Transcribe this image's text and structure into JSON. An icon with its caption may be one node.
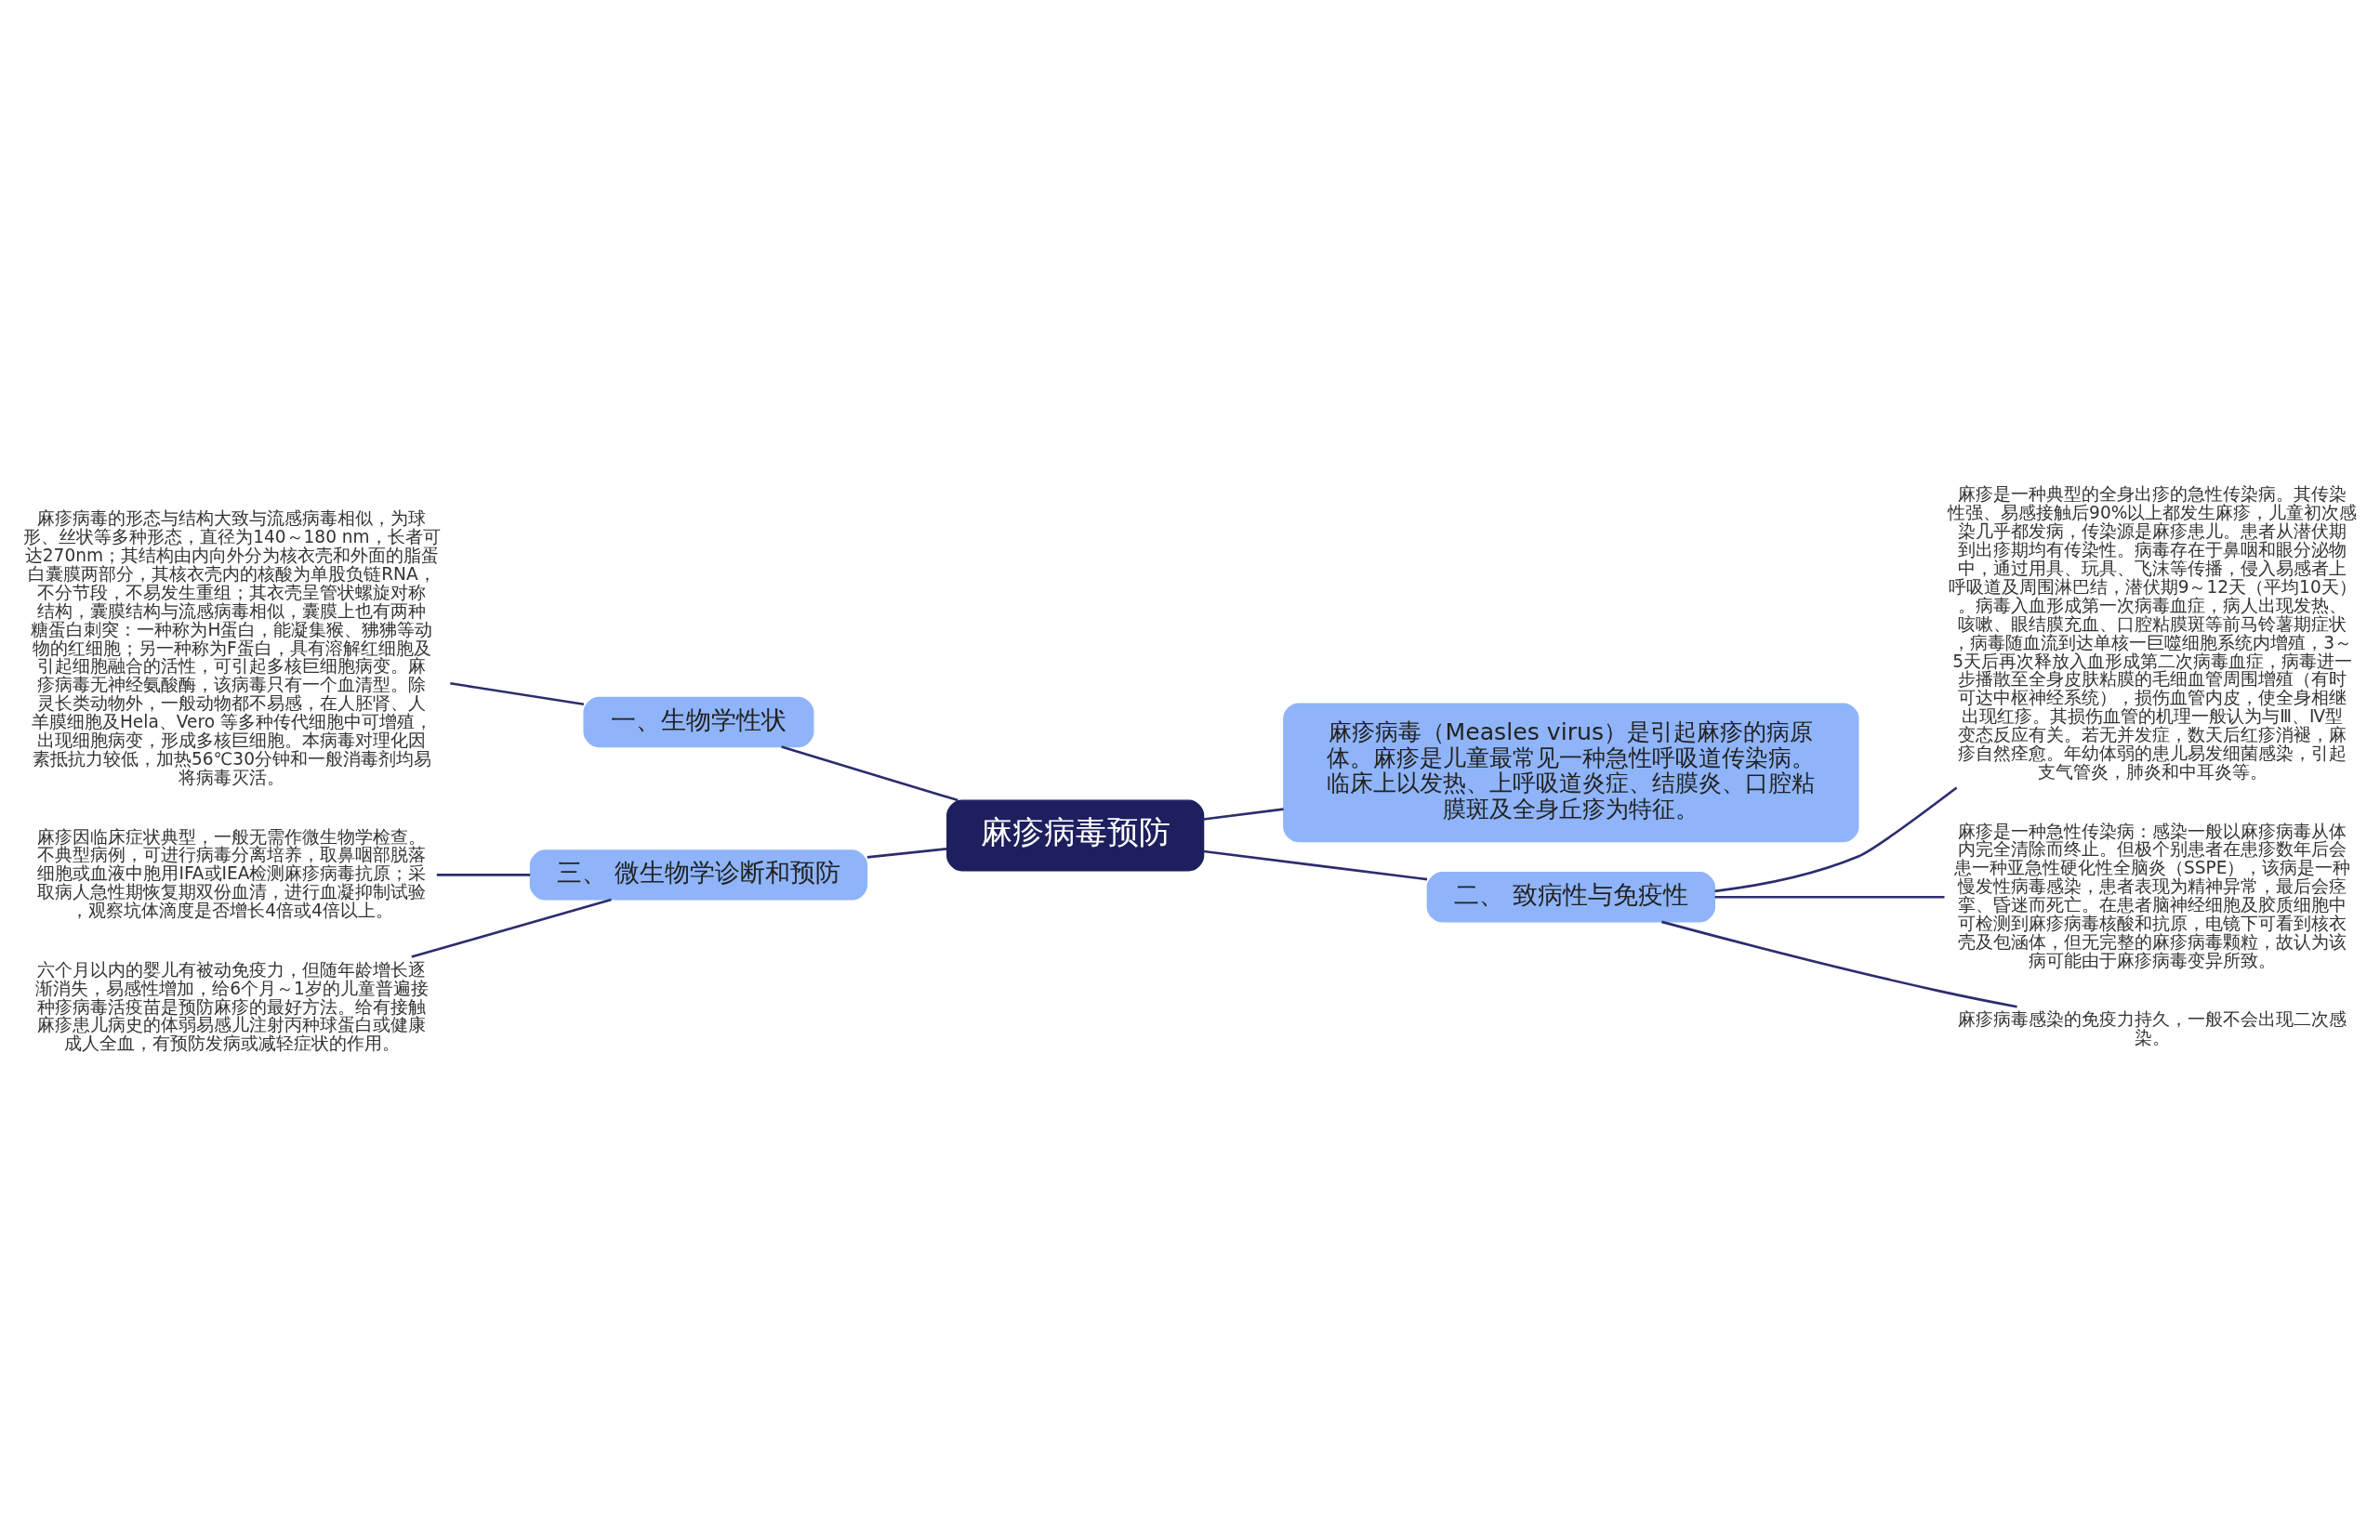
{
  "diagram": {
    "nodes": [
      {
        "text": [
          "麻疹病毒预防"
        ]
      },
      {
        "text": [
          "麻疹病毒（Measles virus）是引起麻疹的病原体。麻疹是儿童最常见一种急性呼吸道传染病。临床上以发热、上呼吸道炎症、结膜炎、口腔粘膜斑及全身丘疹为特征。"
        ]
      },
      {
        "text": [
          "一、生物学性状"
        ]
      },
      {
        "text": [
          "麻疹病毒的形态与结构大致与流感病毒相似，为球形、丝状等多种形态，直径为140～180 nm，长者可达270nm；其结构由内向外分为核衣壳和外面的脂蛋白囊膜两部分，其核衣壳内的核酸为单股负链RNA，不分节段，不易发生重组；其衣壳呈管状螺旋对称结构，囊膜结构与流感病毒相似，囊膜上也有两种糖蛋白刺突：一种称为H蛋白，能凝集猴、狒狒等动物的红细胞；另一种称为F蛋白，具有溶解红细胞及引起细胞融合的活性，可引起多核巨细胞病变。麻疹病毒无神经氨酸酶，该病毒只有一个血清型。除灵长类动物外，一般动物都不易感，在人胚肾、人羊膜细胞及Hela、Vero 等多种传代细胞中可增殖，出现细胞病变，形成多核巨细胞。本病毒对理化因素抵抗力较低，加热56℃30分钟和一般消毒剂均易将病毒灭活。"
        ]
      },
      {
        "text": [
          "三、 微生物学诊断和预防"
        ]
      },
      {
        "text": [
          "麻疹因临床症状典型，一般无需作微生物学检查。不典型病例，可进行病毒分离培养，取鼻咽部脱落细胞或血液中胞用IFA或IEA检测麻疹病毒抗原；采取病人急性期恢复期双份血清，进行血凝抑制试验，观察坑体滴度是否增长4倍或4倍以上。"
        ]
      },
      {
        "text": [
          "六个月以内的婴儿有被动免疫力，但随年龄增长逐渐消失，易感性增加，给6个月～1岁的儿童普遍接种疹病毒活疫苗是预防麻疹的最好方法。给有接触麻疹患儿病史的体弱易感儿注射丙种球蛋白或健康成人全血，有预防发病或减轻症状的作用。"
        ]
      },
      {
        "text": [
          "二、 致病性与免疫性"
        ]
      },
      {
        "text": [
          "麻疹是一种典型的全身出疹的急性传染病。其传染性强、易感接触后90%以上都发生麻疹，儿童初次感染几乎都发病，传染源是麻疹患儿。患者从潜伏期到出疹期均有传染性。病毒存在于鼻咽和眼分泌物中，通过用具、玩具、飞沫等传播，侵入易感者上呼吸道及周围淋巴结，潜伏期9～12天（平均10天）。病毒入血形成第一次病毒血症，病人出现发热、咳嗽、眼结膜充血、口腔粘膜斑等前马铃薯期症状，病毒随血流到达单核一巨噬细胞系统内增殖，3～5天后再次释放入血形成第二次病毒血症，病毒进一步播散至全身皮肤粘膜的毛细血管周围增殖（有时可达中枢神经系统），损伤血管内皮，使全身相继出现红疹。其损伤血管的机理一般认为与Ⅲ、Ⅳ型变态反应有关。若无并发症，数天后红疹消褪，麻疹自然痊愈。年幼体弱的患儿易发细菌感染，引起支气管炎，肺炎和中耳炎等。"
        ]
      },
      {
        "text": [
          "麻疹是一种急性传染病：感染一般以麻疹病毒从体内完全清除而终止。但极个别患者在患疹数年后会患一种亚急性硬化性全脑炎（SSPE），该病是一种慢发性病毒感染，患者表现为精神异常，最后会痉挛、昏迷而死亡。在患者脑神经细胞及胶质细胞中可检测到麻疹病毒核酸和抗原，电镜下可看到核衣壳及包涵体，但无完整的麻疹病毒颗粒，故认为该病可能由于麻疹病毒变异所致。"
        ]
      },
      {
        "text": [
          "麻疹病毒感染的免疫力持久，一般不会出现二次感染。"
        ]
      }
    ],
    "edges": [
      {
        "from": 0,
        "to": 1,
        "arrow": "none"
      },
      {
        "from": 0,
        "to": 2,
        "arrow": "none"
      },
      {
        "from": 2,
        "to": 3,
        "arrow": "none"
      },
      {
        "from": 0,
        "to": 4,
        "arrow": "none"
      },
      {
        "from": 4,
        "to": 5,
        "arrow": "none"
      },
      {
        "from": 4,
        "to": 6,
        "arrow": "none"
      },
      {
        "from": 0,
        "to": 7,
        "arrow": "none"
      },
      {
        "from": 7,
        "to": 8,
        "arrow": "none"
      },
      {
        "from": 7,
        "to": 9,
        "arrow": "none"
      },
      {
        "from": 7,
        "to": 10,
        "arrow": "none"
      }
    ]
  }
}
